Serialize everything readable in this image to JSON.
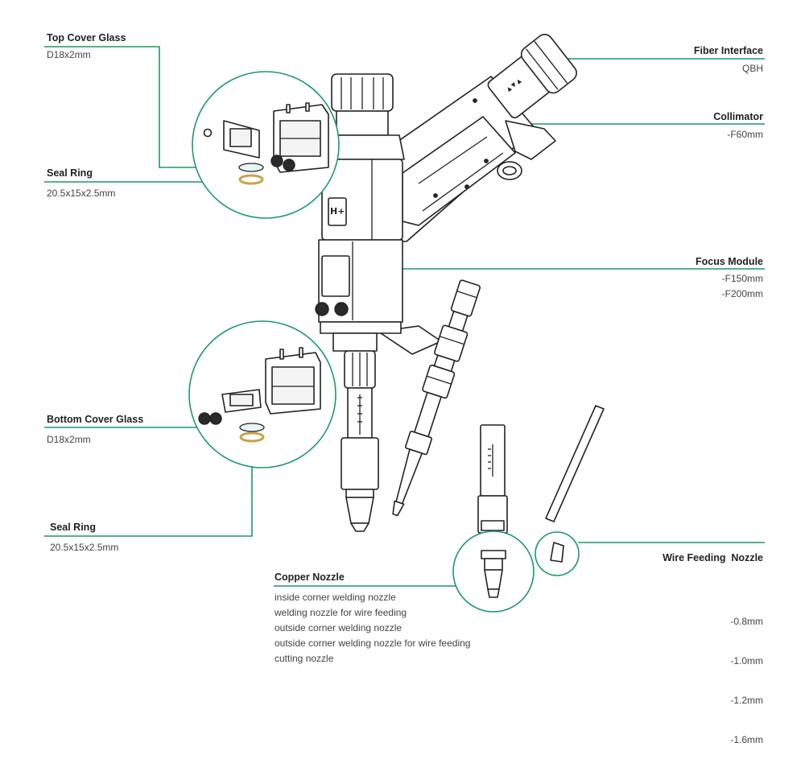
{
  "colors": {
    "accent": "#1a9a66",
    "line": "#222222",
    "brass": "#c9a24a"
  },
  "brand_mark": "H+",
  "callouts": {
    "top_cover_glass": {
      "title": "Top Cover Glass",
      "specs": [
        "D18x2mm"
      ]
    },
    "seal_ring_top": {
      "title": "Seal Ring",
      "specs": [
        "20.5x15x2.5mm"
      ]
    },
    "bottom_cover_glass": {
      "title": "Bottom Cover Glass",
      "specs": [
        "D18x2mm"
      ]
    },
    "seal_ring_bottom": {
      "title": "Seal Ring",
      "specs": [
        "20.5x15x2.5mm"
      ]
    },
    "copper_nozzle": {
      "title": "Copper Nozzle",
      "specs": [
        "inside corner welding nozzle",
        "welding nozzle for wire feeding",
        "outside corner welding nozzle",
        "outside corner welding nozzle for wire feeding",
        "cutting nozzle"
      ]
    },
    "fiber_interface": {
      "title": "Fiber Interface",
      "specs": [
        "QBH"
      ]
    },
    "collimator": {
      "title": "Collimator",
      "specs": [
        "-F60mm"
      ]
    },
    "focus_module": {
      "title": "Focus Module",
      "specs": [
        "-F150mm",
        "-F200mm"
      ]
    },
    "wire_feeding_nozzle": {
      "title": "Wire Feeding  Nozzle",
      "specs": [
        "-0.8mm",
        "-1.0mm",
        "-1.2mm",
        "-1.6mm"
      ]
    }
  }
}
